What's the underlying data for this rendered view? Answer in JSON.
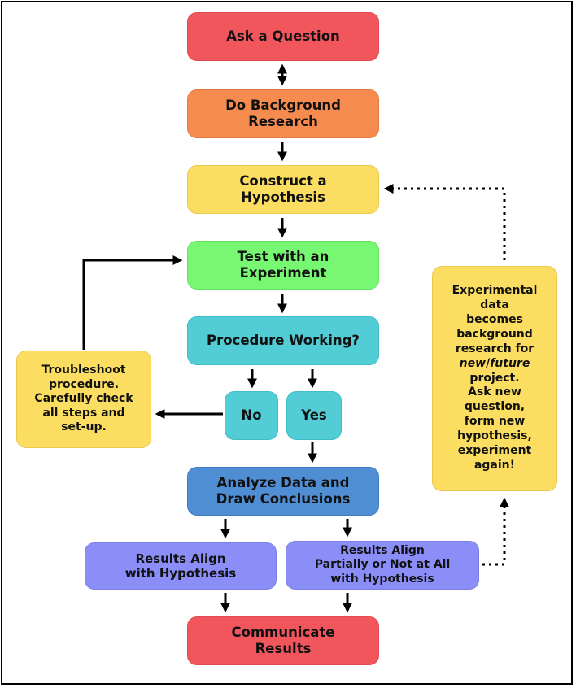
{
  "diagram": {
    "ask": "Ask a Question",
    "research": "Do Background\nResearch",
    "hypothesis": "Construct a\nHypothesis",
    "test": "Test with an\nExperiment",
    "procedure": "Procedure Working?",
    "no": "No",
    "yes": "Yes",
    "troubleshoot": "Troubleshoot\nprocedure.\nCarefully check\nall steps and\nset-up.",
    "analyze": "Analyze Data and\nDraw Conclusions",
    "align": "Results Align\nwith Hypothesis",
    "not_align": "Results Align\nPartially or Not at All\nwith Hypothesis",
    "communicate": "Communicate\nResults",
    "experimental": {
      "before": "Experimental\ndata\nbecomes\nbackground\nresearch for\n",
      "new": "new",
      "slash": "/",
      "future": "future",
      "after": "\nproject.\nAsk new\nquestion,\nform new\nhypothesis,\nexperiment\nagain!"
    }
  },
  "colors": {
    "red": "#f2565d",
    "orange": "#f58b4e",
    "yellow": "#fbdd61",
    "green": "#78f773",
    "teal": "#52cdd5",
    "blue": "#4f8ed3",
    "periwinkle": "#8c8ef8",
    "connector": "#000000"
  }
}
